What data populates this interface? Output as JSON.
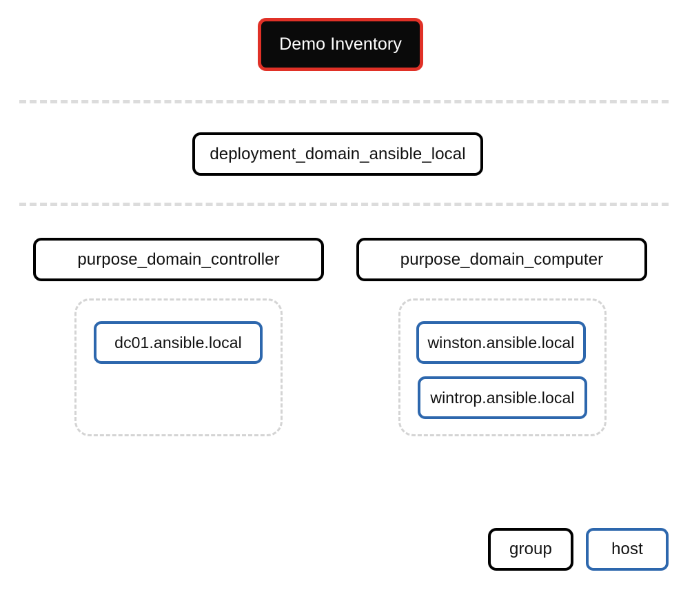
{
  "diagram": {
    "title": "Demo Inventory",
    "root": {
      "label": "Demo Inventory",
      "fill": "#0a0a0a",
      "border": "#e03127",
      "text": "#ffffff"
    },
    "dividers": [
      {
        "name": "divider-1"
      },
      {
        "name": "divider-2"
      }
    ],
    "deployment_group": {
      "label": "deployment_domain_ansible_local"
    },
    "groups": [
      {
        "label": "purpose_domain_controller",
        "hosts": [
          {
            "label": "dc01.ansible.local"
          }
        ]
      },
      {
        "label": "purpose_domain_computer",
        "hosts": [
          {
            "label": "winston.ansible.local"
          },
          {
            "label": "wintrop.ansible.local"
          }
        ]
      }
    ],
    "legend": {
      "group_label": "group",
      "host_label": "host",
      "group_border": "#000000",
      "host_border": "#2d67ad"
    }
  }
}
